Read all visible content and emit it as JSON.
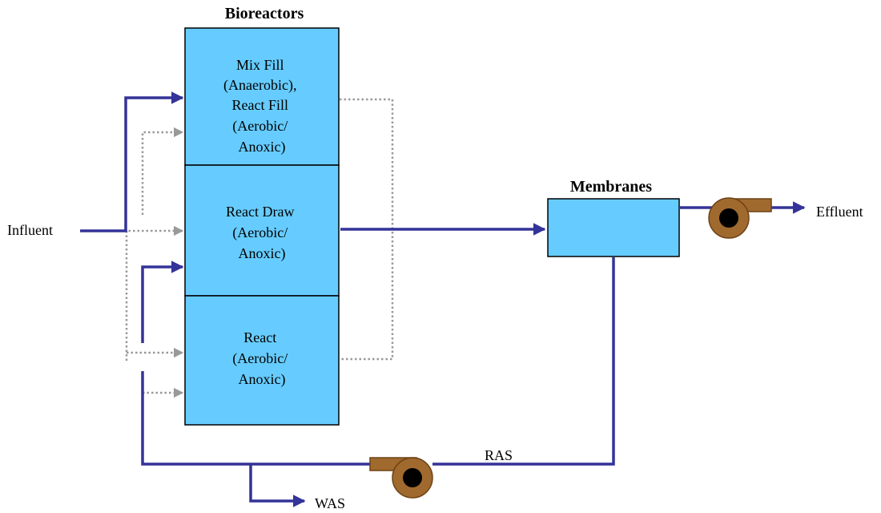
{
  "title_bioreactors": "Bioreactors",
  "title_membranes": "Membranes",
  "tank1_lines": [
    "Mix Fill",
    "(Anaerobic),",
    "React Fill",
    "(Aerobic/",
    "Anoxic)"
  ],
  "tank2_lines": [
    "React Draw",
    "(Aerobic/",
    "Anoxic)"
  ],
  "tank3_lines": [
    "React",
    "(Aerobic/",
    "Anoxic)"
  ],
  "influent": "Influent",
  "effluent": "Effluent",
  "ras": "RAS",
  "was": "WAS",
  "colors": {
    "tank_fill": "#66ccff",
    "flow_line": "#333399",
    "inactive_line": "#999999",
    "pump": "#a0692e"
  },
  "icons": [
    "pump-icon",
    "arrow-icon"
  ]
}
